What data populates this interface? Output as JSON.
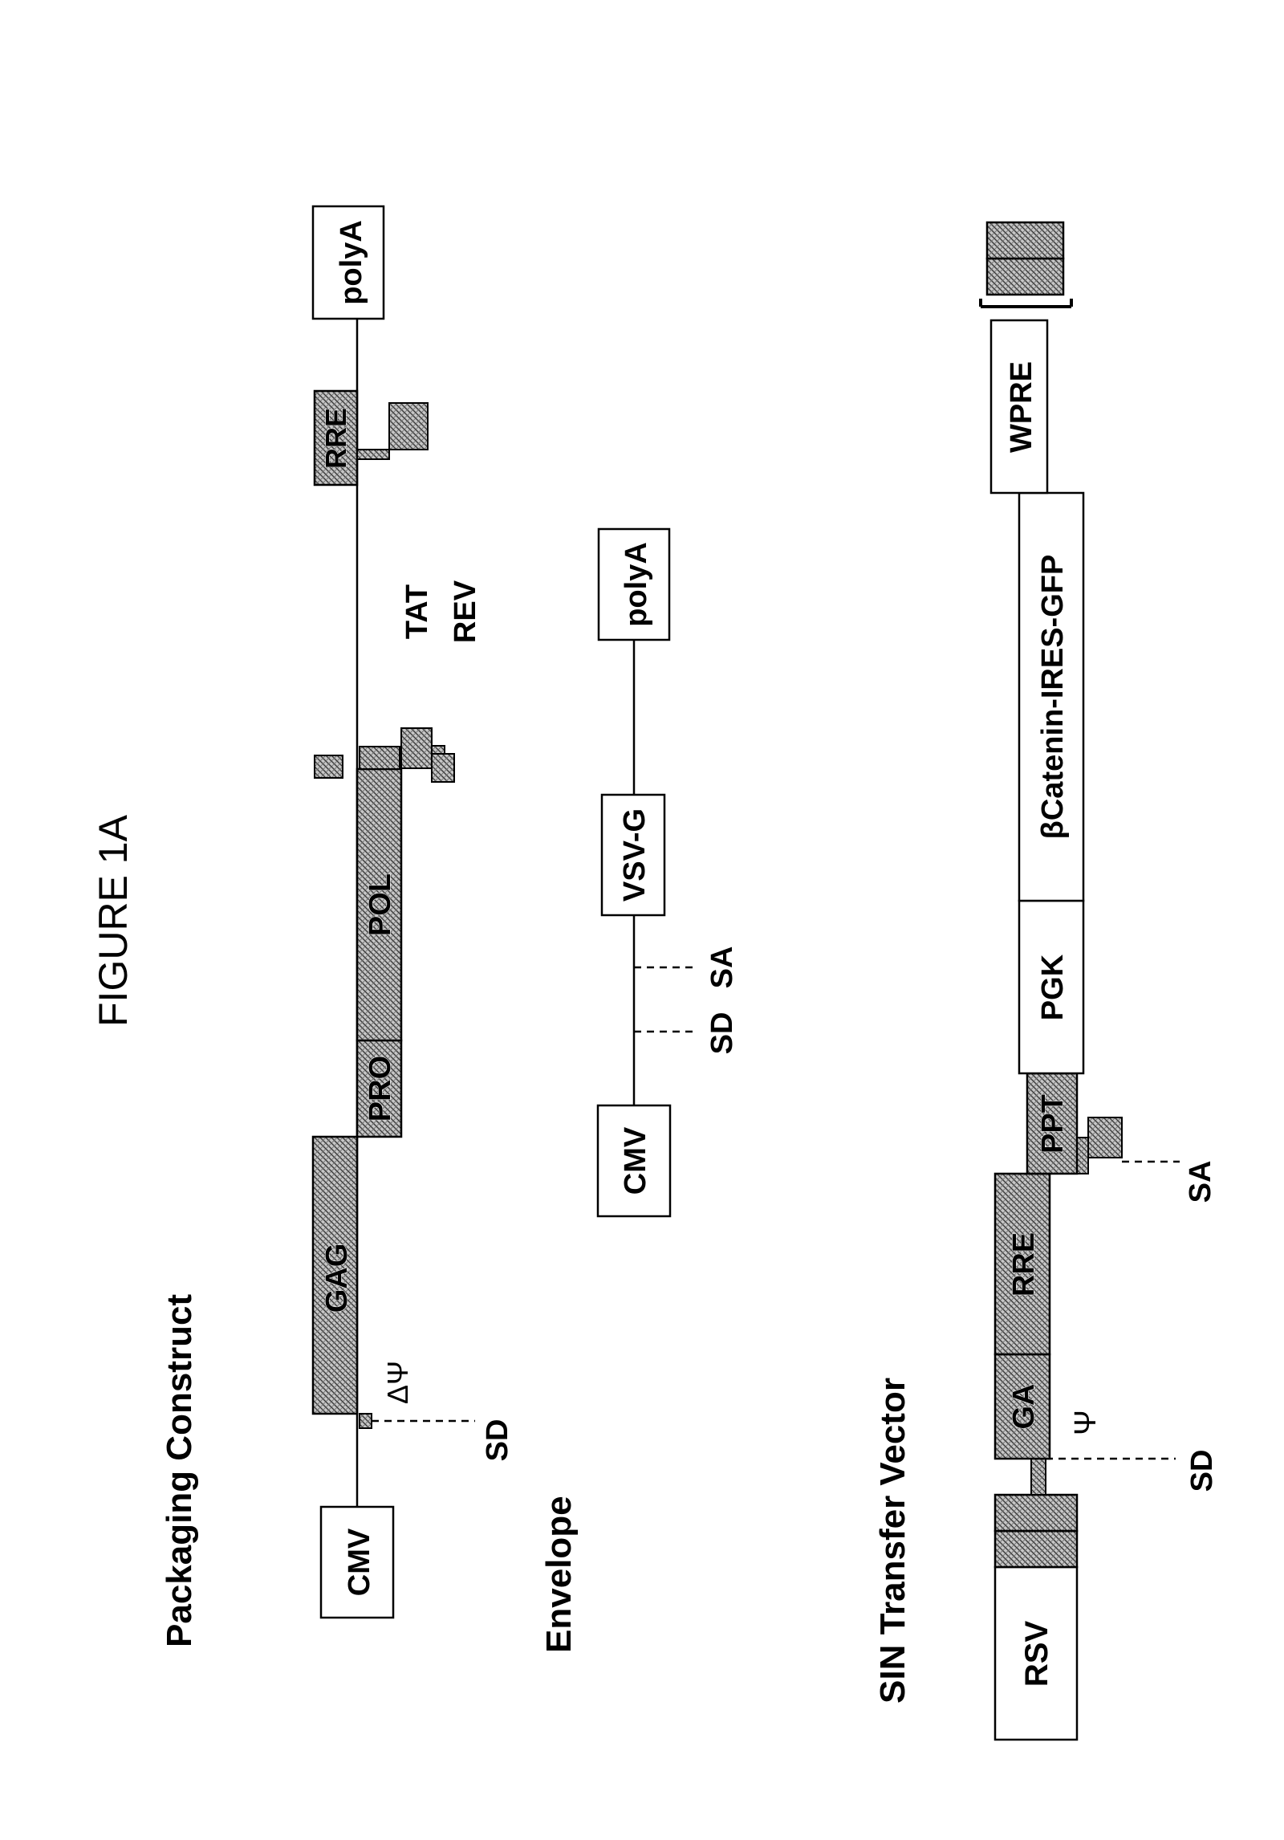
{
  "figure_title": "FIGURE 1A",
  "colors": {
    "line": "#000000",
    "box_fill": "#ffffff",
    "hatched_base": "#c8c8c8",
    "hatch_stroke": "#404040"
  },
  "packaging": {
    "title": "Packaging Construct",
    "cmv": "CMV",
    "delta_psi": "ΔΨ",
    "sd": "SD",
    "gag": "GAG",
    "pro": "PRO",
    "pol": "POL",
    "tat": "TAT",
    "rev": "REV",
    "rre": "RRE",
    "polya": "polyA"
  },
  "envelope": {
    "title": "Envelope",
    "cmv": "CMV",
    "sd": "SD",
    "sa": "SA",
    "vsvg": "VSV-G",
    "polya": "polyA"
  },
  "transfer": {
    "title": "SIN Transfer Vector",
    "rsv": "RSV",
    "psi": "Ψ",
    "sd": "SD",
    "ga": "GA",
    "rre": "RRE",
    "sa": "SA",
    "ppt": "PPT",
    "pgk": "PGK",
    "transgene": "βCatenin-IRES-GFP",
    "wpre": "WPRE"
  }
}
